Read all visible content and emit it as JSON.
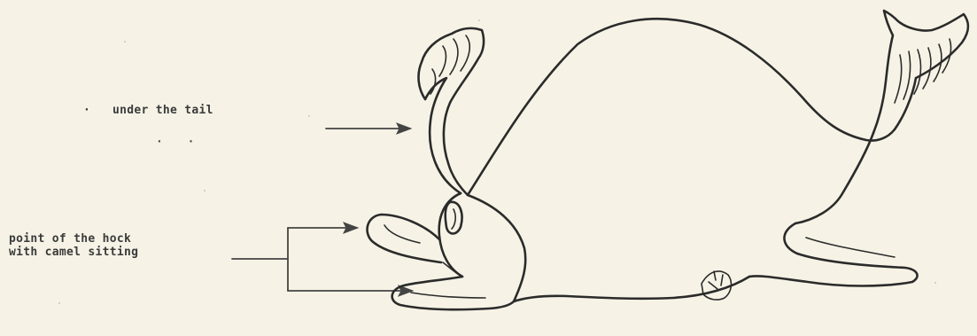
{
  "labels": {
    "tail_bullet": "·",
    "under_the_tail": "under the tail",
    "dots": "· ·",
    "hock_line1": "point of the hock",
    "hock_line2": "with camel sitting"
  },
  "colors": {
    "paper": "#f6f3e6",
    "ink": "#2b2b2b",
    "text": "#3b3b3b"
  },
  "figure": {
    "subject": "sitting-camel-outline",
    "pointers": [
      "under-the-tail",
      "point-of-the-hock-upper",
      "point-of-the-hock-lower"
    ]
  }
}
